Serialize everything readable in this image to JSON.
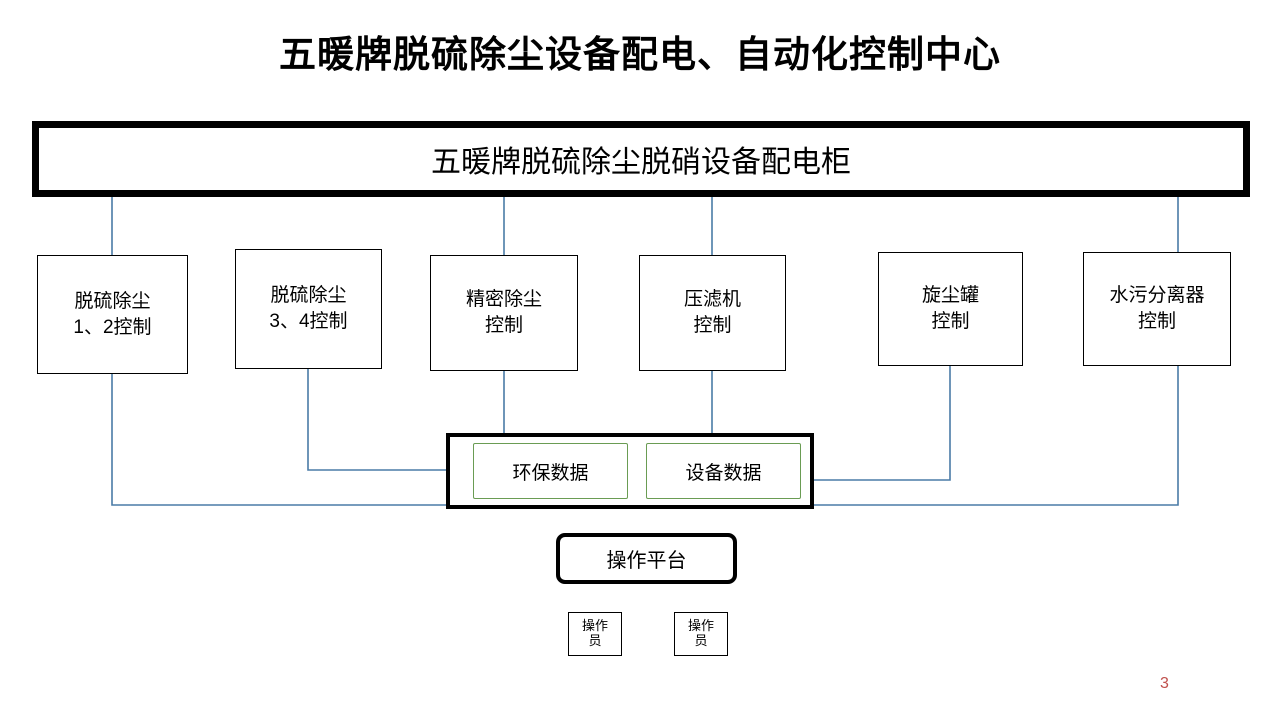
{
  "page": {
    "title": "五暖牌脱硫除尘设备配电、自动化控制中心",
    "page_number": "3"
  },
  "main_panel": {
    "label": "五暖牌脱硫除尘脱硝设备配电柜"
  },
  "control_nodes": [
    {
      "id": "node-1",
      "line1": "脱硫除尘",
      "line2": "1、2控制"
    },
    {
      "id": "node-2",
      "line1": "脱硫除尘",
      "line2": "3、4控制"
    },
    {
      "id": "node-3",
      "line1": "精密除尘",
      "line2": "控制"
    },
    {
      "id": "node-4",
      "line1": "压滤机",
      "line2": "控制"
    },
    {
      "id": "node-5",
      "line1": "旋尘罐",
      "line2": "控制"
    },
    {
      "id": "node-6",
      "line1": "水污分离器",
      "line2": "控制"
    }
  ],
  "data_group": {
    "items": [
      {
        "id": "env-data",
        "label": "环保数据",
        "color": "#6a9c53"
      },
      {
        "id": "device-data",
        "label": "设备数据",
        "color": "#6a9c53"
      }
    ]
  },
  "platform": {
    "label": "操作平台"
  },
  "operators": [
    {
      "id": "operator-1",
      "line1": "操作",
      "line2": "员"
    },
    {
      "id": "operator-2",
      "line1": "操作",
      "line2": "员"
    }
  ],
  "style": {
    "connector_color": "#4a7ba7",
    "accent_color": "#6a9c53",
    "page_number_color": "#c0504d"
  }
}
